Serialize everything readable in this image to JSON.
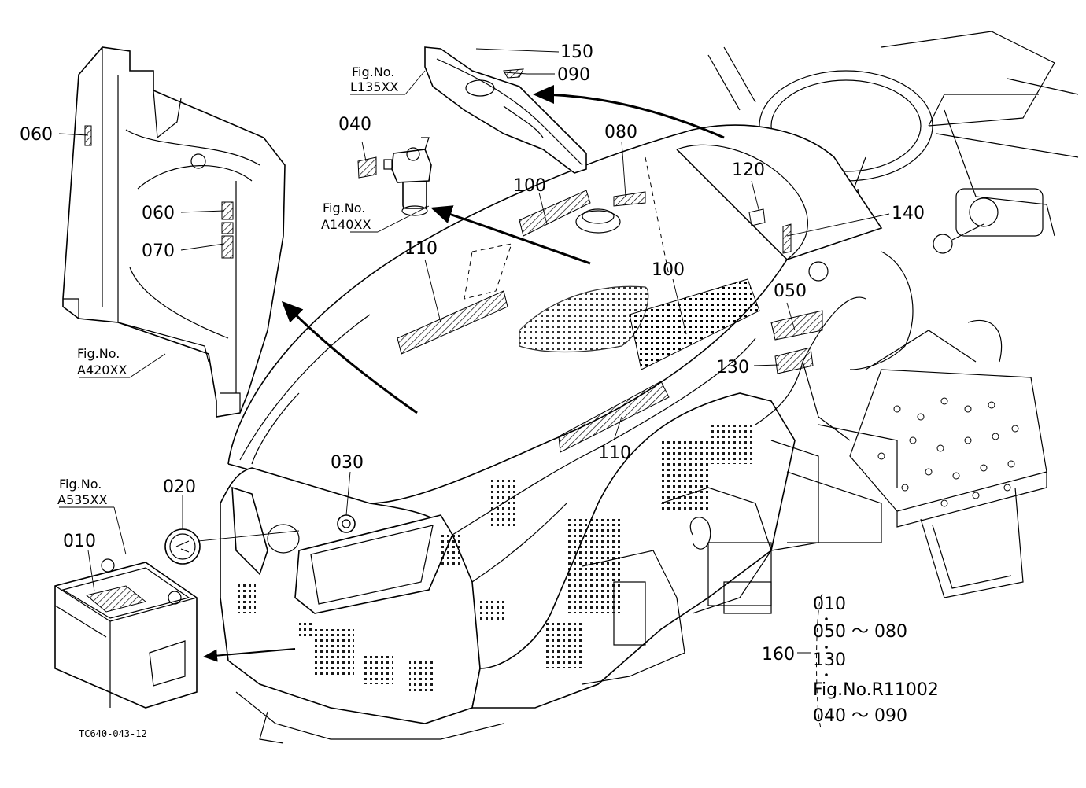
{
  "drawing_code": "TC640-043-12",
  "parts": {
    "p010": "010",
    "p020": "020",
    "p030": "030",
    "p040": "040",
    "p050": "050",
    "p060a": "060",
    "p060b": "060",
    "p070": "070",
    "p080": "080",
    "p090": "090",
    "p100a": "100",
    "p100b": "100",
    "p110a": "110",
    "p110b": "110",
    "p120": "120",
    "p130": "130",
    "p140": "140",
    "p150": "150",
    "p160": "160"
  },
  "figure_refs": {
    "l135": {
      "label": "Fig.No.",
      "code": "L135XX"
    },
    "a140": {
      "label": "Fig.No.",
      "code": "A140XX"
    },
    "a420": {
      "label": "Fig.No.",
      "code": "A420XX"
    },
    "a535": {
      "label": "Fig.No.",
      "code": "A535XX"
    }
  },
  "kit_160": {
    "lines": [
      "010",
      "050 ～ 080",
      "130",
      "Fig.No.R11002",
      "040 ～ 090"
    ]
  },
  "colors": {
    "ink": "#000000",
    "paper": "#ffffff"
  }
}
